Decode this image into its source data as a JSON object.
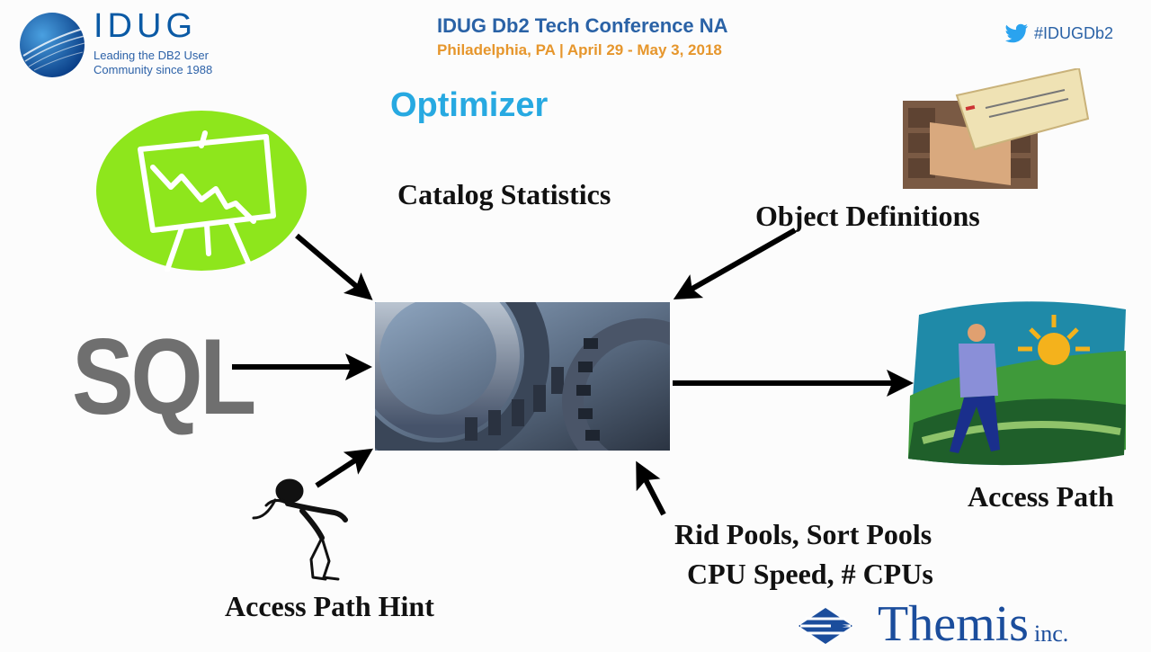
{
  "header": {
    "logo_name": "IDUG",
    "logo_tagline_1": "Leading the DB2 User",
    "logo_tagline_2": "Community since 1988",
    "conference_title": "IDUG Db2 Tech Conference NA",
    "conference_subtitle": "Philadelphia, PA |  April 29 - May 3, 2018",
    "hashtag": "#IDUGDb2"
  },
  "slide": {
    "title": "Optimizer",
    "sql_label": "SQL",
    "catalog_statistics": "Catalog Statistics",
    "object_definitions": "Object Definitions",
    "access_path": "Access Path",
    "access_path_hint": "Access Path Hint",
    "pools_line_1": "Rid Pools, Sort Pools",
    "pools_line_2": "CPU Speed, # CPUs"
  },
  "footer": {
    "brand": "Themis",
    "brand_suffix": "inc."
  },
  "colors": {
    "idug_blue": "#0b5aa5",
    "conference_orange": "#e6962c",
    "title_cyan": "#27a9e1",
    "chart_icon_green": "#8ee61c",
    "themis_blue": "#1b4d9c"
  },
  "icons": [
    "idug-globe-icon",
    "twitter-bird-icon",
    "chart-easel-icon",
    "card-file-drawer-icon",
    "gears-image",
    "person-sunrise-icon",
    "detective-figure-icon",
    "themis-logo-icon"
  ]
}
